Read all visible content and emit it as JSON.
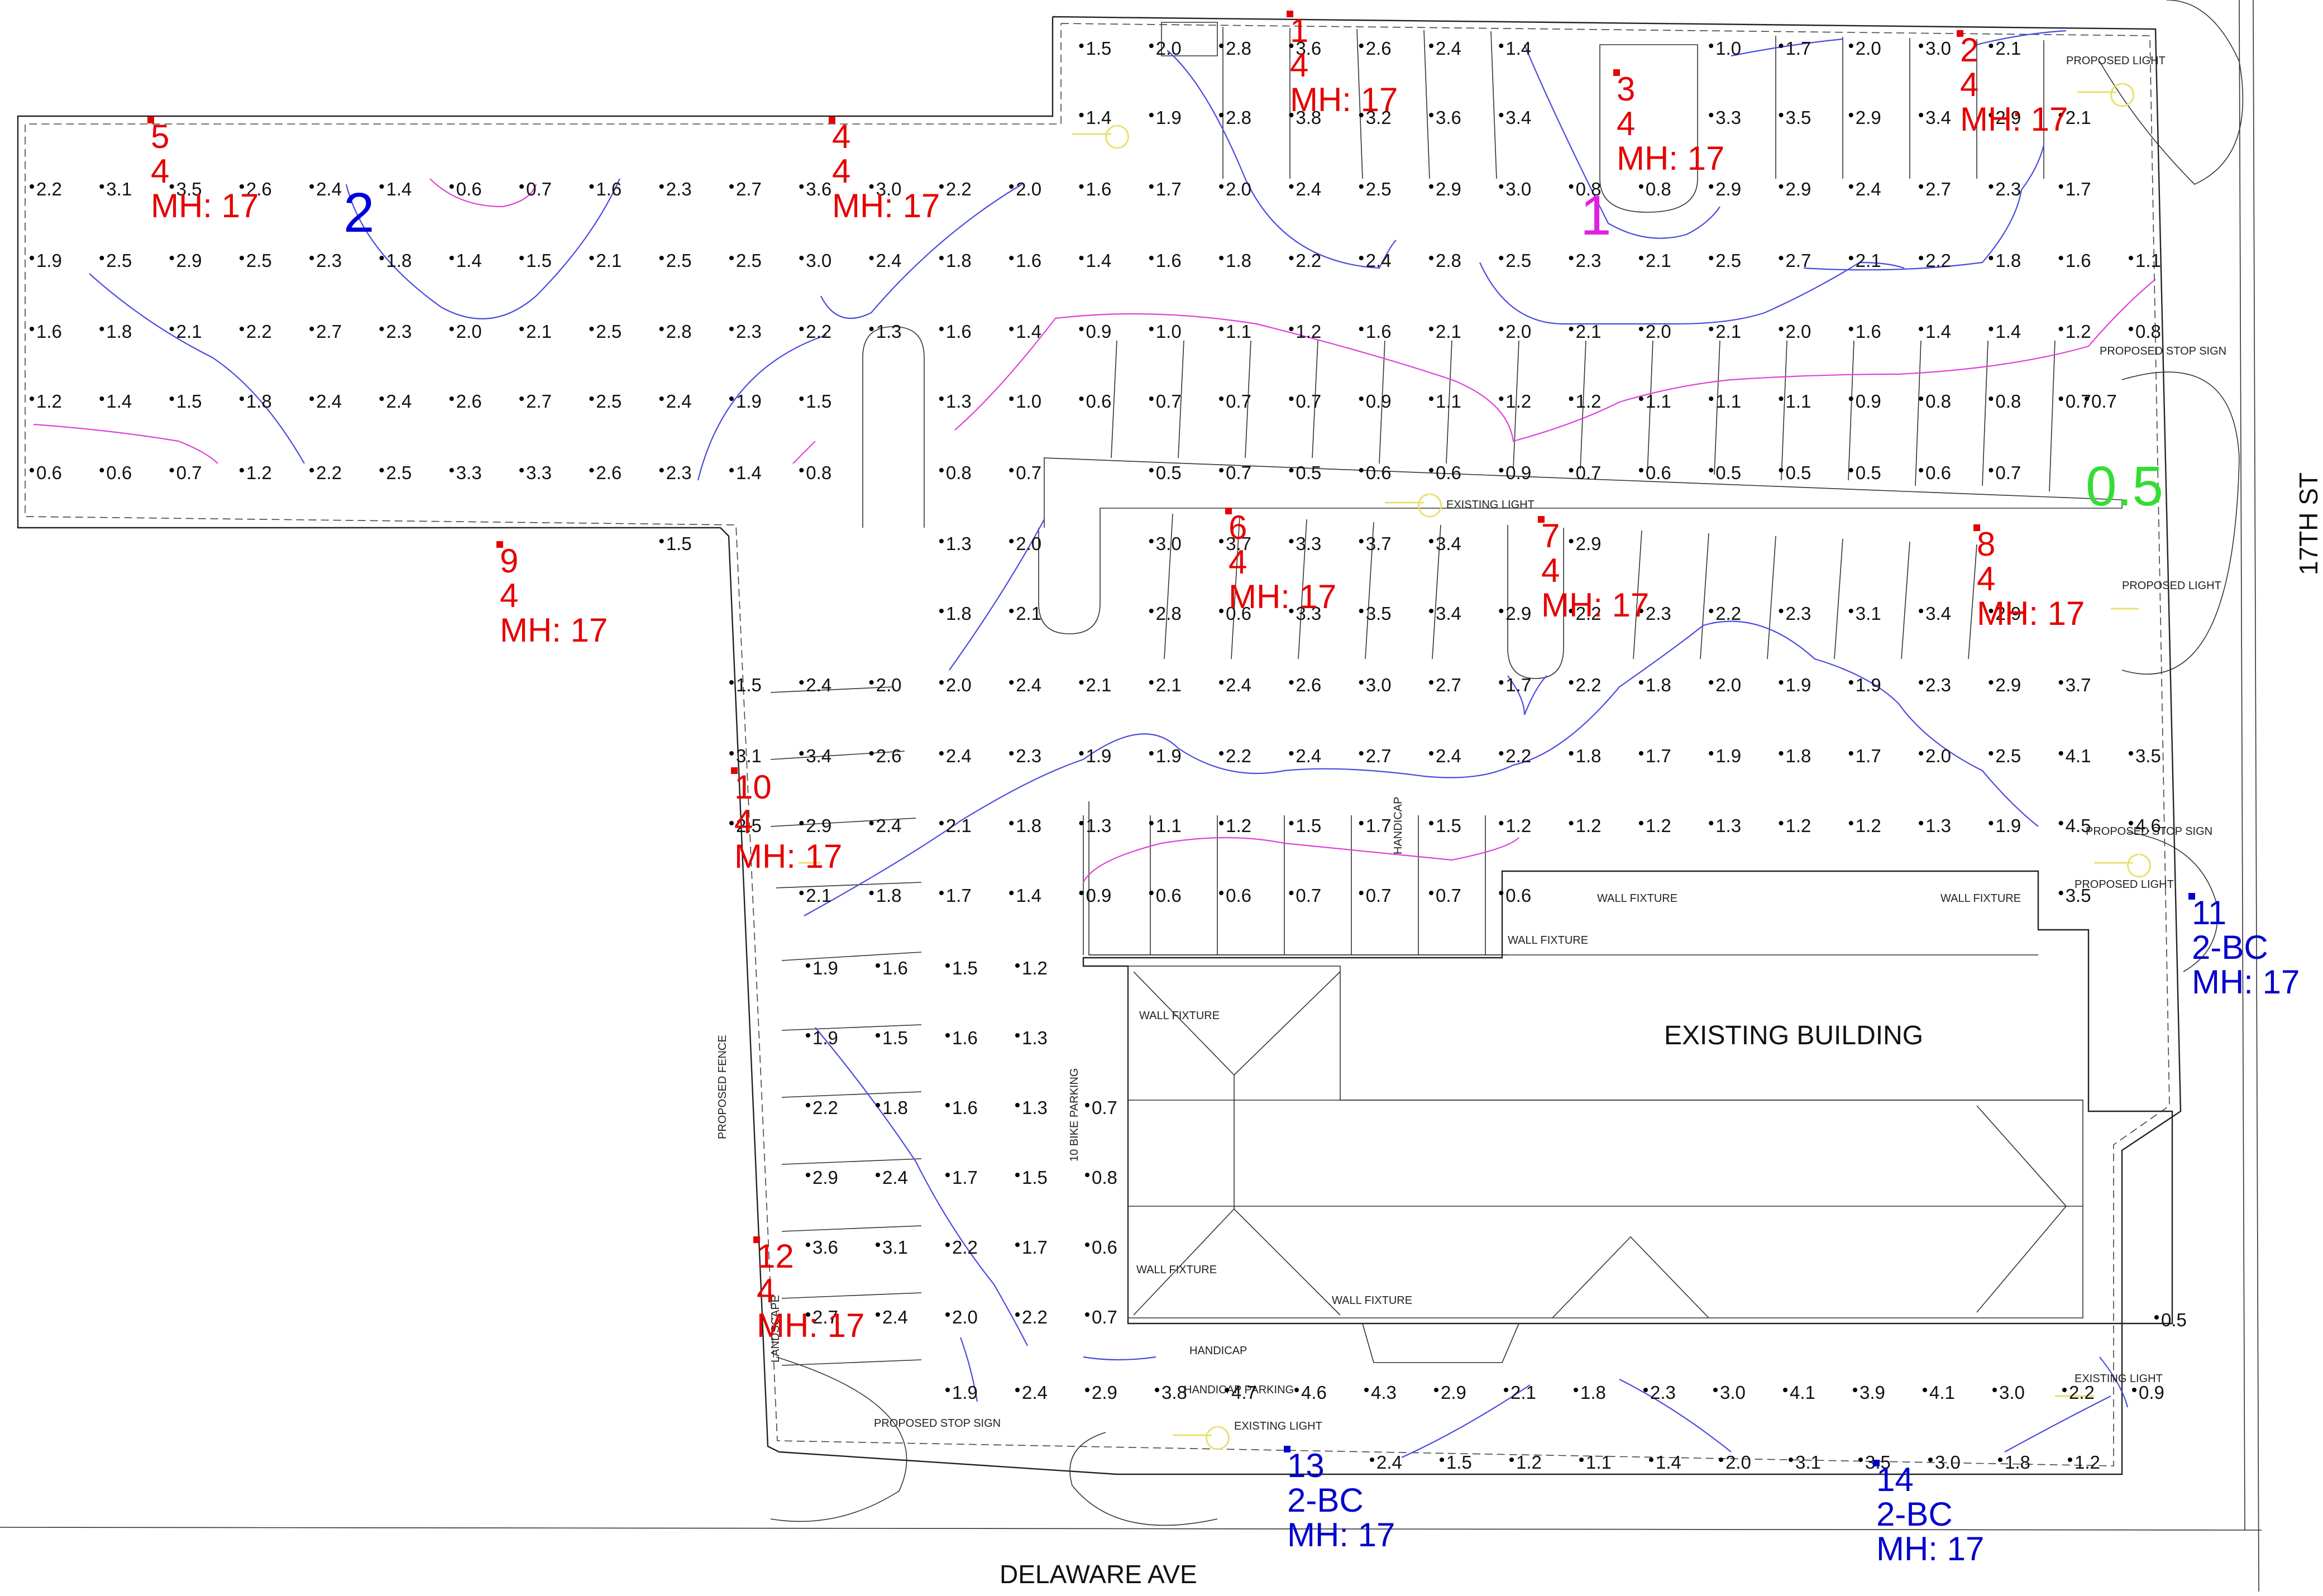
{
  "streets": {
    "bottom": "DELAWARE AVE",
    "right": "17TH ST"
  },
  "building_label": "EXISTING BUILDING",
  "zone_labels": [
    {
      "text": "2",
      "color": "#0000dd"
    },
    {
      "text": "1",
      "color": "#e020e0"
    },
    {
      "text": "0.5",
      "color": "#33dd33"
    }
  ],
  "notes": {
    "handicap": "HANDICAP",
    "handicap_parking": "HANDICAP PARKING",
    "bike_parking": "10 BIKE PARKING",
    "proposed_fence": "PROPOSED FENCE",
    "proposed_stop_sign": "PROPOSED STOP SIGN",
    "existing_light": "EXISTING LIGHT",
    "proposed_light": "PROPOSED LIGHT",
    "wall_fixture": "WALL FIXTURE",
    "landscape": "LANDSCAPE"
  },
  "luminaires": [
    {
      "id": "1",
      "type": "4",
      "mh": "MH: 17",
      "color": "red"
    },
    {
      "id": "2",
      "type": "4",
      "mh": "MH: 17",
      "color": "red"
    },
    {
      "id": "3",
      "type": "4",
      "mh": "MH: 17",
      "color": "red"
    },
    {
      "id": "4",
      "type": "4",
      "mh": "MH: 17",
      "color": "red"
    },
    {
      "id": "5",
      "type": "4",
      "mh": "MH: 17",
      "color": "red"
    },
    {
      "id": "6",
      "type": "4",
      "mh": "MH: 17",
      "color": "red"
    },
    {
      "id": "7",
      "type": "4",
      "mh": "MH: 17",
      "color": "red"
    },
    {
      "id": "8",
      "type": "4",
      "mh": "MH: 17",
      "color": "red"
    },
    {
      "id": "9",
      "type": "4",
      "mh": "MH: 17",
      "color": "red"
    },
    {
      "id": "10",
      "type": "4",
      "mh": "MH: 17",
      "color": "red"
    },
    {
      "id": "11",
      "type": "2-BC",
      "mh": "MH: 17",
      "color": "blue"
    },
    {
      "id": "12",
      "type": "4",
      "mh": "MH: 17",
      "color": "red"
    },
    {
      "id": "13",
      "type": "2-BC",
      "mh": "MH: 17",
      "color": "blue"
    },
    {
      "id": "14",
      "type": "2-BC",
      "mh": "MH: 17",
      "color": "blue"
    }
  ],
  "grid_rows": [
    [
      null,
      null,
      null,
      null,
      null,
      null,
      null,
      null,
      null,
      null,
      null,
      null,
      null,
      null,
      null,
      "1.5",
      "2.0",
      "2.8",
      "3.6",
      "2.6",
      "2.4",
      "1.4",
      null,
      null,
      "1.0",
      "1.7",
      "2.0",
      "3.0",
      "2.1",
      null
    ],
    [
      null,
      null,
      null,
      null,
      null,
      null,
      null,
      null,
      null,
      null,
      null,
      null,
      null,
      null,
      null,
      "1.4",
      "1.9",
      "2.8",
      "3.8",
      "3.2",
      "3.6",
      "3.4",
      null,
      null,
      "3.3",
      "3.5",
      "2.9",
      "3.4",
      "2.9",
      "2.1"
    ],
    [
      "2.2",
      "3.1",
      "3.5",
      "2.6",
      "2.4",
      "1.4",
      "0.6",
      "0.7",
      "1.6",
      "2.3",
      "2.7",
      "3.6",
      "3.0",
      "2.2",
      "2.0",
      "1.6",
      "1.7",
      "2.0",
      "2.4",
      "2.5",
      "2.9",
      "3.0",
      "0.8",
      "0.8",
      "2.9",
      "2.9",
      "2.4",
      "2.7",
      "2.3",
      "1.7"
    ],
    [
      "1.9",
      "2.5",
      "2.9",
      "2.5",
      "2.3",
      "1.8",
      "1.4",
      "1.5",
      "2.1",
      "2.5",
      "2.5",
      "3.0",
      "2.4",
      "1.8",
      "1.6",
      "1.4",
      "1.6",
      "1.8",
      "2.2",
      "2.4",
      "2.8",
      "2.5",
      "2.3",
      "2.1",
      "2.5",
      "2.7",
      "2.1",
      "2.2",
      "1.8",
      "1.6",
      "1.1"
    ],
    [
      "1.6",
      "1.8",
      "2.1",
      "2.2",
      "2.7",
      "2.3",
      "2.0",
      "2.1",
      "2.5",
      "2.8",
      "2.3",
      "2.2",
      "1.3",
      "1.6",
      "1.4",
      "0.9",
      "1.0",
      "1.1",
      "1.2",
      "1.6",
      "2.1",
      "2.0",
      "2.1",
      "2.0",
      "2.1",
      "2.0",
      "1.6",
      "1.4",
      "1.4",
      "1.2",
      "0.8"
    ],
    [
      "1.2",
      "1.4",
      "1.5",
      "1.8",
      "2.4",
      "2.4",
      "2.6",
      "2.7",
      "2.5",
      "2.4",
      "1.9",
      "1.5",
      null,
      "1.3",
      "1.0",
      "0.6",
      "0.7",
      "0.7",
      "0.7",
      "0.9",
      "1.1",
      "1.2",
      "1.2",
      "1.1",
      "1.1",
      "1.1",
      "0.9",
      "0.8",
      "0.8",
      "0.7",
      null
    ],
    [
      "0.6",
      "0.6",
      "0.7",
      "1.2",
      "2.2",
      "2.5",
      "3.3",
      "3.3",
      "2.6",
      "2.3",
      "1.4",
      "0.8",
      null,
      "0.8",
      "0.7",
      null,
      "0.5",
      "0.7",
      "0.5",
      "0.6",
      "0.6",
      "0.9",
      "0.7",
      "0.6",
      "0.5",
      "0.5",
      "0.5",
      "0.6",
      "0.7",
      null,
      null
    ],
    [
      null,
      null,
      null,
      null,
      null,
      null,
      null,
      null,
      null,
      "1.5",
      null,
      null,
      null,
      "1.3",
      "2.0",
      null,
      "3.0",
      "3.7",
      "3.3",
      "3.7",
      "3.4",
      null,
      "2.9",
      null,
      null,
      null,
      null,
      null,
      null,
      null,
      null
    ],
    [
      null,
      null,
      null,
      null,
      null,
      null,
      null,
      null,
      null,
      null,
      null,
      null,
      null,
      "1.8",
      "2.1",
      null,
      "2.8",
      "0.6",
      "3.3",
      "3.5",
      "3.4",
      "2.9",
      "2.2",
      "2.3",
      "2.2",
      "2.3",
      "3.1",
      "3.4",
      "2.9",
      null,
      null
    ],
    [
      null,
      null,
      null,
      null,
      null,
      null,
      null,
      null,
      null,
      null,
      "1.5",
      "2.4",
      "2.0",
      "2.0",
      "2.4",
      "2.1",
      "2.1",
      "2.4",
      "2.6",
      "3.0",
      "2.7",
      "1.7",
      "2.2",
      "1.8",
      "2.0",
      "1.9",
      "1.9",
      "2.3",
      "2.9",
      "3.7",
      null
    ],
    [
      null,
      null,
      null,
      null,
      null,
      null,
      null,
      null,
      null,
      null,
      "3.1",
      "3.4",
      "2.6",
      "2.4",
      "2.3",
      "1.9",
      "1.9",
      "2.2",
      "2.4",
      "2.7",
      "2.4",
      "2.2",
      "1.8",
      "1.7",
      "1.9",
      "1.8",
      "1.7",
      "2.0",
      "2.5",
      "4.1",
      "3.5"
    ],
    [
      null,
      null,
      null,
      null,
      null,
      null,
      null,
      null,
      null,
      null,
      "2.5",
      "2.9",
      "2.4",
      "2.1",
      "1.8",
      "1.3",
      "1.1",
      "1.2",
      "1.5",
      "1.7",
      "1.5",
      "1.2",
      "1.2",
      "1.2",
      "1.3",
      "1.2",
      "1.2",
      "1.3",
      "1.9",
      "4.5",
      "4.6"
    ],
    [
      null,
      null,
      null,
      null,
      null,
      null,
      null,
      null,
      null,
      null,
      null,
      "2.1",
      "1.8",
      "1.7",
      "1.4",
      "0.9",
      "0.6",
      "0.6",
      "0.7",
      "0.7",
      "0.7",
      "0.6",
      null,
      null,
      null,
      null,
      null,
      null,
      null,
      "3.5",
      null
    ]
  ],
  "grid_left_rows": [
    [
      "1.9",
      "1.6",
      "1.5",
      "1.2"
    ],
    [
      "1.9",
      "1.5",
      "1.6",
      "1.3"
    ],
    [
      "2.2",
      "1.8",
      "1.6",
      "1.3",
      "0.7"
    ],
    [
      "2.9",
      "2.4",
      "1.7",
      "1.5",
      "0.8"
    ],
    [
      "3.6",
      "3.1",
      "2.2",
      "1.7",
      "0.6"
    ],
    [
      "2.7",
      "2.4",
      "2.0",
      "2.2",
      "0.7"
    ]
  ],
  "grid_bottom_rows": [
    [
      "1.9",
      "2.4",
      "2.9",
      "3.8",
      "4.7",
      "4.6",
      "4.3",
      "2.9",
      "2.1",
      "1.8",
      "2.3",
      "3.0",
      "4.1",
      "3.9",
      "4.1",
      "3.0",
      "2.2",
      "0.9"
    ],
    [
      "2.4",
      "1.5",
      "1.2",
      "1.1",
      "1.4",
      "2.0",
      "3.1",
      "3.5",
      "3.0",
      "1.8",
      "1.2"
    ]
  ],
  "extra_value": "0.5",
  "extra_value_b": "0.7"
}
